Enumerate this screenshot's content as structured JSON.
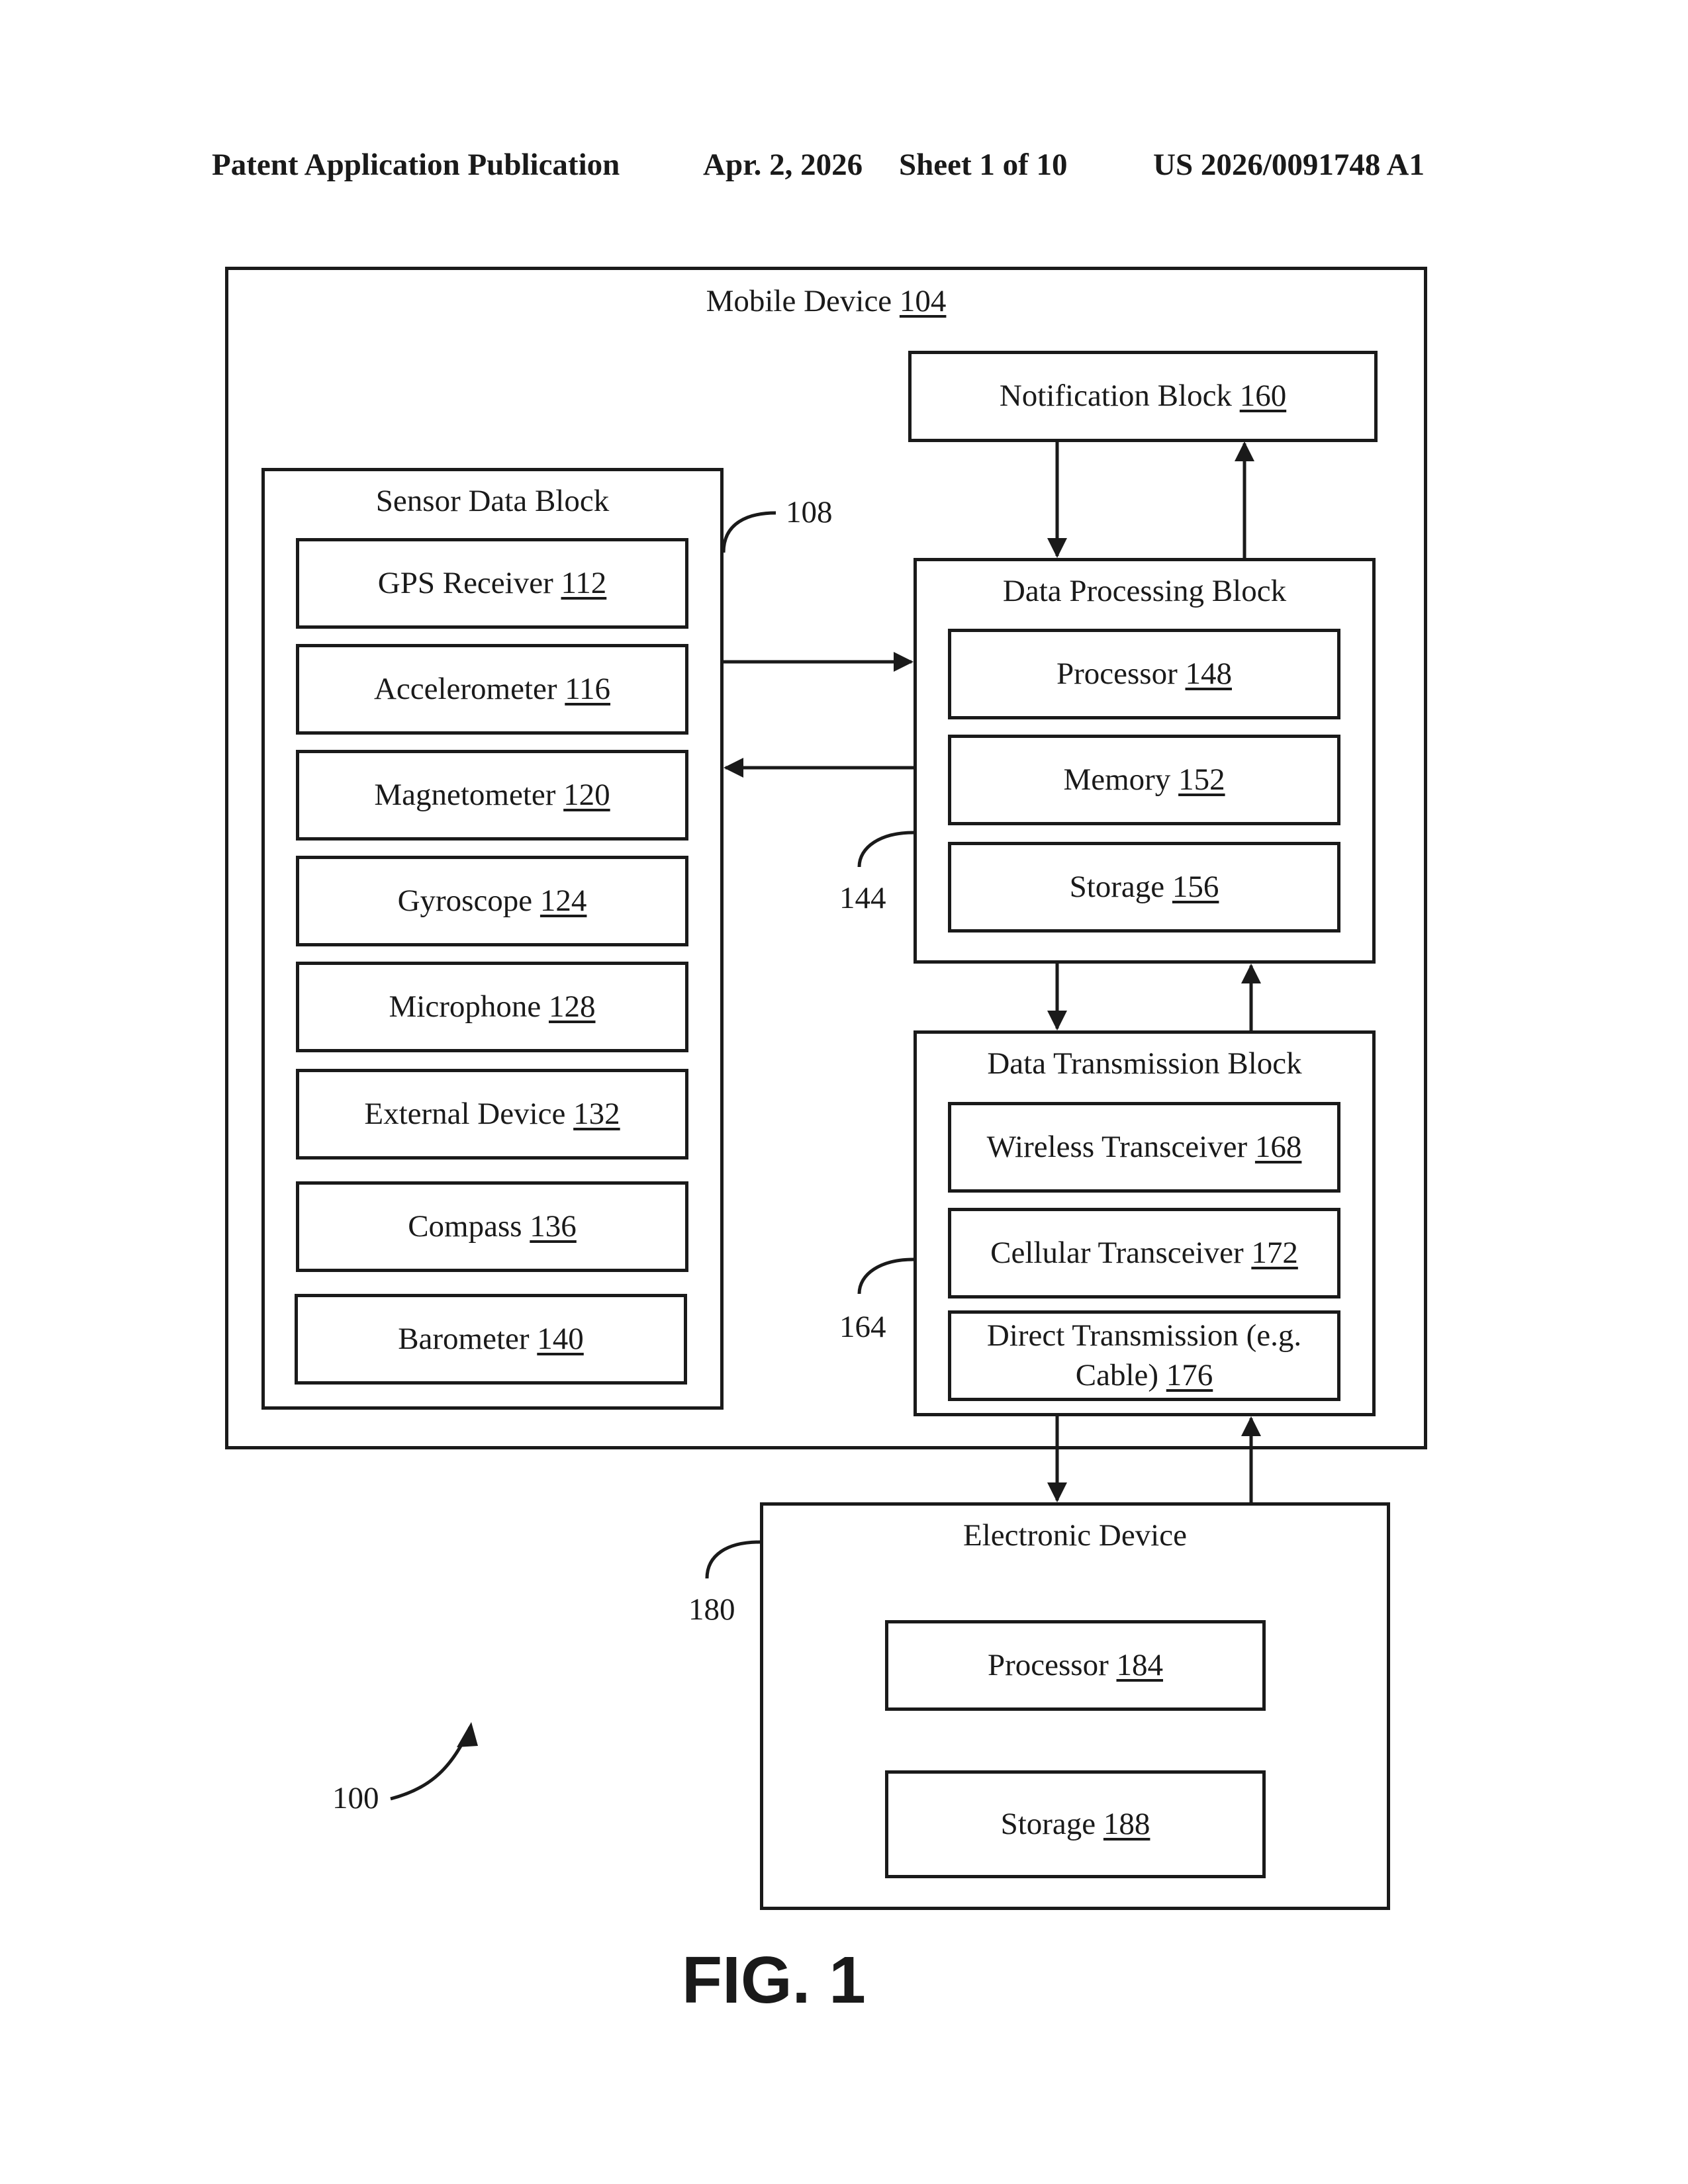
{
  "header": {
    "publication": "Patent Application Publication",
    "date": "Apr. 2, 2026",
    "sheet": "Sheet 1 of 10",
    "number": "US 2026/0091748 A1"
  },
  "mobile_device": {
    "label": "Mobile Device",
    "num": "104"
  },
  "sensor_block": {
    "label": "Sensor Data Block",
    "ref": "108",
    "items": [
      {
        "label": "GPS Receiver",
        "num": "112"
      },
      {
        "label": "Accelerometer",
        "num": "116"
      },
      {
        "label": "Magnetometer",
        "num": "120"
      },
      {
        "label": "Gyroscope",
        "num": "124"
      },
      {
        "label": "Microphone",
        "num": "128"
      },
      {
        "label": "External Device",
        "num": "132"
      },
      {
        "label": "Compass",
        "num": "136"
      },
      {
        "label": "Barometer",
        "num": "140"
      }
    ]
  },
  "notification_block": {
    "label": "Notification Block",
    "num": "160"
  },
  "processing_block": {
    "label": "Data Processing Block",
    "ref": "144",
    "items": [
      {
        "label": "Processor",
        "num": "148"
      },
      {
        "label": "Memory",
        "num": "152"
      },
      {
        "label": "Storage",
        "num": "156"
      }
    ]
  },
  "transmission_block": {
    "label": "Data Transmission Block",
    "ref": "164",
    "items": [
      {
        "label": "Wireless Transceiver",
        "num": "168"
      },
      {
        "label": "Cellular Transceiver",
        "num": "172"
      },
      {
        "label": "Direct Transmission (e.g. Cable)",
        "num": "176"
      }
    ]
  },
  "electronic_device": {
    "label": "Electronic Device",
    "ref": "180",
    "items": [
      {
        "label": "Processor",
        "num": "184"
      },
      {
        "label": "Storage",
        "num": "188"
      }
    ]
  },
  "system_ref": "100",
  "figure_label": "FIG. 1"
}
